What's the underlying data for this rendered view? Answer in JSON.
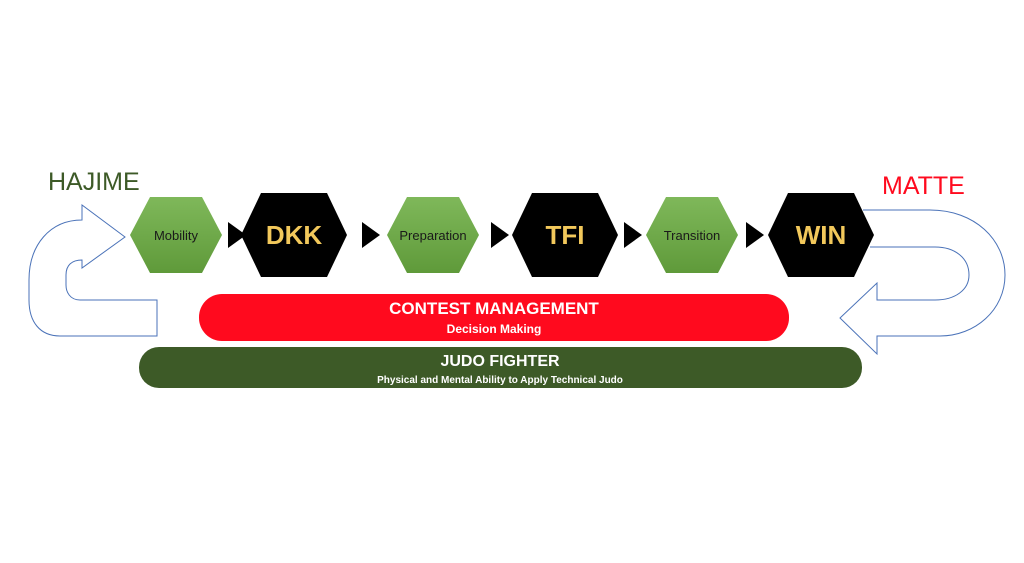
{
  "labels": {
    "start": "HAJIME",
    "end": "MATTE"
  },
  "steps": [
    {
      "label": "Mobility",
      "kind": "phase"
    },
    {
      "label": "DKK",
      "kind": "key"
    },
    {
      "label": "Preparation",
      "kind": "phase"
    },
    {
      "label": "TFI",
      "kind": "key"
    },
    {
      "label": "Transition",
      "kind": "phase"
    },
    {
      "label": "WIN",
      "kind": "key"
    }
  ],
  "bars": {
    "contest": {
      "title": "CONTEST MANAGEMENT",
      "subtitle": "Decision Making"
    },
    "fighter": {
      "title": "JUDO FIGHTER",
      "subtitle": "Physical and Mental Ability to Apply Technical Judo"
    }
  },
  "colors": {
    "phase": "#70ad47",
    "key": "#000000",
    "key_text": "#f2c85b",
    "contest": "#ff0a1e",
    "fighter": "#3d5a27",
    "start": "#3d5a27",
    "end": "#ff0a1e",
    "arrow": "#4a72b8"
  }
}
